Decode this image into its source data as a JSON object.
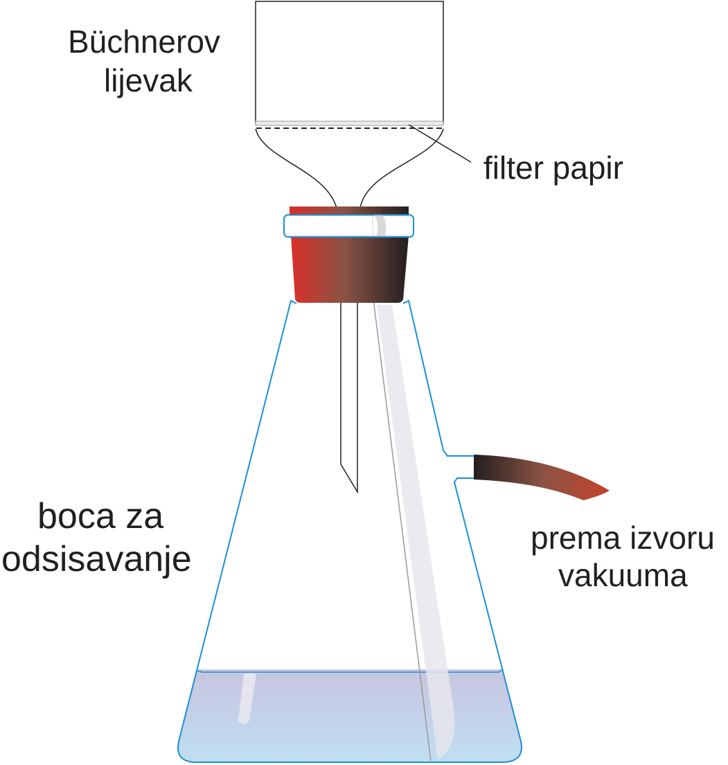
{
  "labels": {
    "funnel": [
      "Büchnerov",
      "lijevak"
    ],
    "filter": "filter papir",
    "flask": [
      "boca za",
      "odsisavanje"
    ],
    "vacuum": [
      "prema izvoru",
      "vakuuma"
    ]
  },
  "colors": {
    "outline": "#231f20",
    "glass_stroke": "#1a8fd6",
    "liquid_top": "#c8c4e0",
    "liquid_bottom": "#bfe0f2",
    "stopper_red": "#d8302a",
    "stopper_dark": "#231f20",
    "reflection": "#e6e6ec"
  }
}
